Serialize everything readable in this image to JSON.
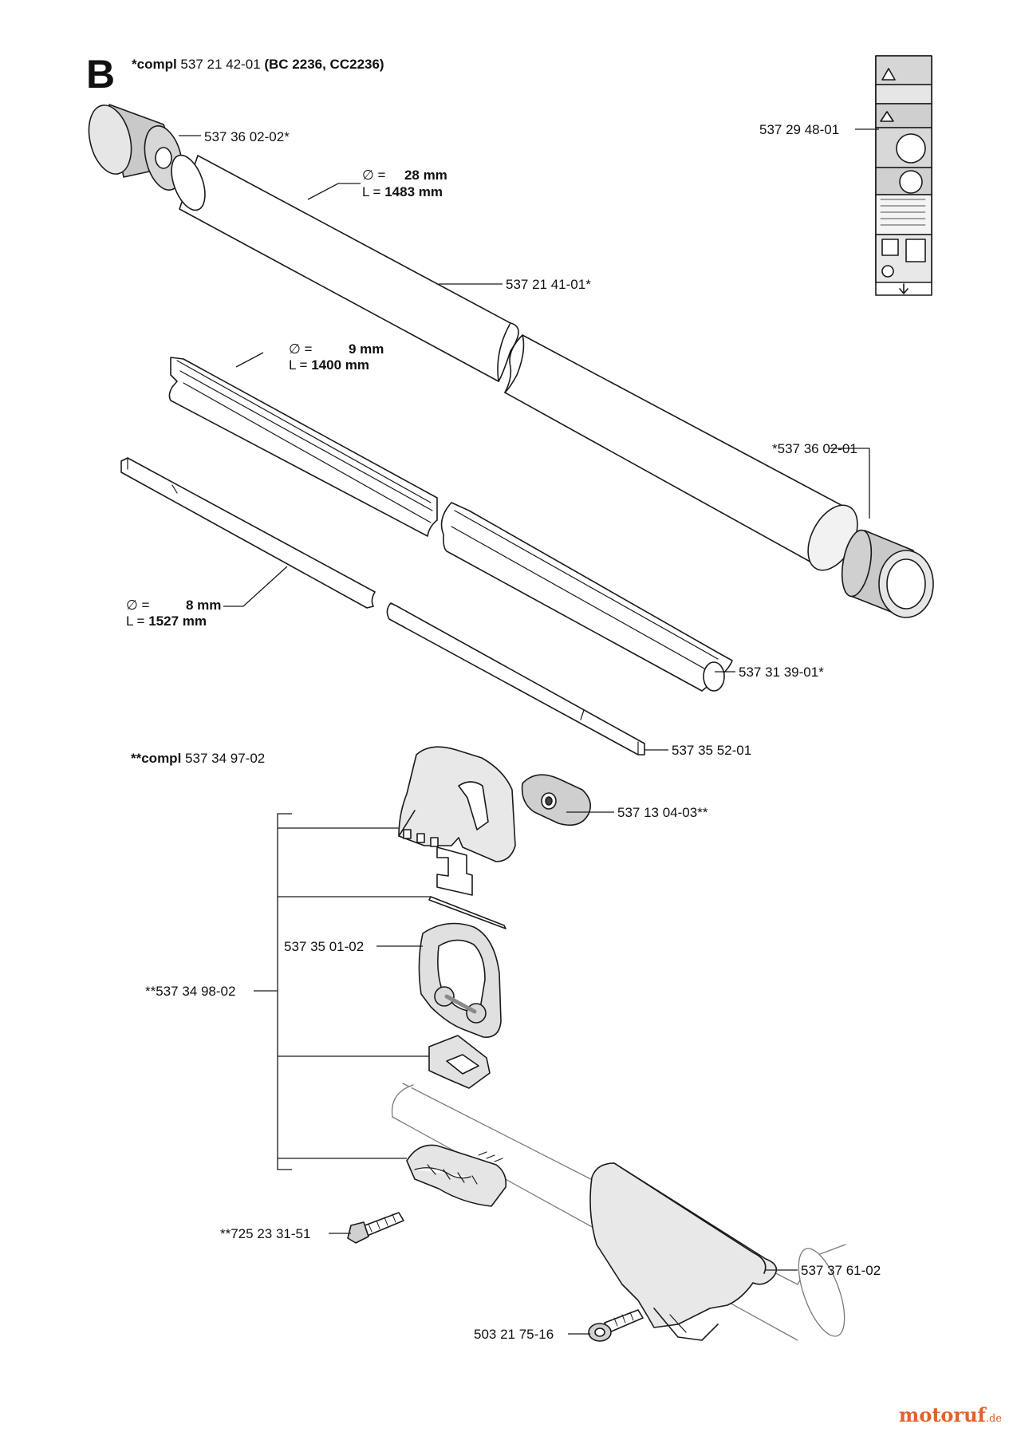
{
  "section_letter": "B",
  "assembly_main": {
    "prefix": "*compl",
    "part": "537 21 42-01",
    "models": "(BC 2236, CC2236)"
  },
  "assembly_secondary": {
    "prefix": "**compl",
    "part": "537 34 97-02"
  },
  "dimensions": {
    "tube": {
      "dia_sym": "∅ =",
      "dia_val": "28 mm",
      "len_sym": "L =",
      "len_val": "1483 mm"
    },
    "sheath": {
      "dia_sym": "∅ =",
      "dia_val": "9 mm",
      "len_sym": "L =",
      "len_val": "1400 mm"
    },
    "shaft": {
      "dia_sym": "∅ =",
      "dia_val": "8 mm",
      "len_sym": "L =",
      "len_val": "1527 mm"
    }
  },
  "parts": {
    "end_cap_top": "537 36 02-02*",
    "label_decal": "537 29 48-01",
    "tube": "537 21 41-01*",
    "end_cap_bottom": "*537 36 02-01",
    "sheath": "537 31 39-01*",
    "drive_shaft": "537 35 52-01",
    "knob": "537 13 04-03**",
    "loop": "537 35 01-02",
    "handle_kit": "**537 34 98-02",
    "bolt": "**725 23 31-51",
    "guard_bracket": "537 37 61-02",
    "screw": "503 21 75-16"
  },
  "watermark": {
    "name": "motoruf",
    "suffix": ".de"
  }
}
